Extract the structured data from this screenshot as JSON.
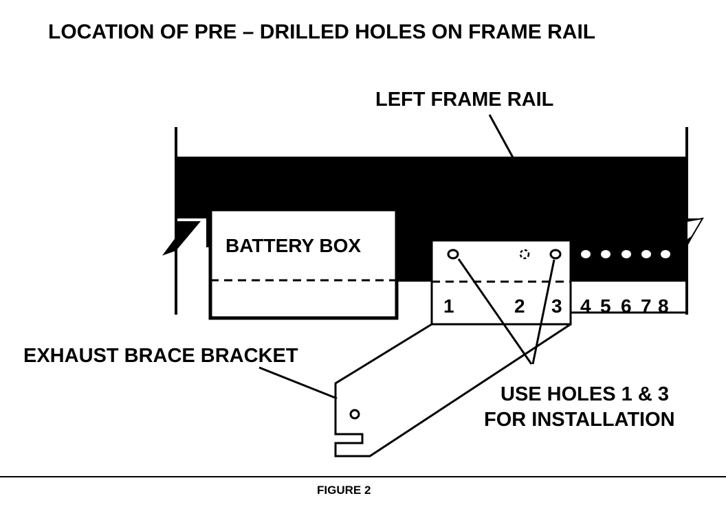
{
  "title": "LOCATION OF PRE – DRILLED HOLES ON FRAME RAIL",
  "labels": {
    "frame_rail": "LEFT FRAME RAIL",
    "battery_box": "BATTERY BOX",
    "exhaust_bracket": "EXHAUST BRACE BRACKET",
    "instruction_line1": "USE HOLES 1 & 3",
    "instruction_line2": "FOR INSTALLATION"
  },
  "hole_numbers": [
    "1",
    "2",
    "3",
    "4",
    "5",
    "6",
    "7",
    "8"
  ],
  "caption": "FIGURE 2",
  "colors": {
    "ink": "#000000",
    "background": "#ffffff"
  }
}
